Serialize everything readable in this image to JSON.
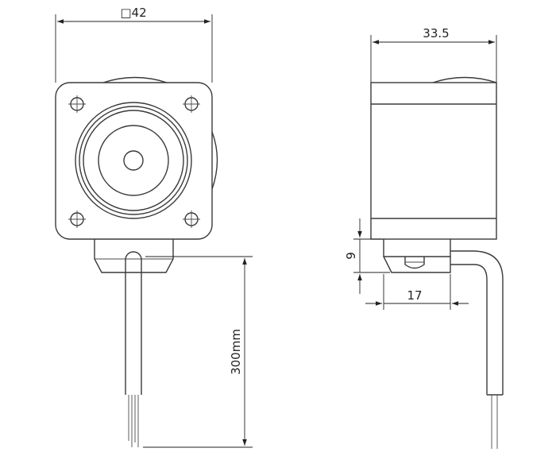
{
  "front_view": {
    "dimension_width": "□42",
    "dimension_lead_length": "300mm"
  },
  "side_view": {
    "dimension_depth": "33.5",
    "dimension_height": "9",
    "dimension_connector": "17"
  }
}
